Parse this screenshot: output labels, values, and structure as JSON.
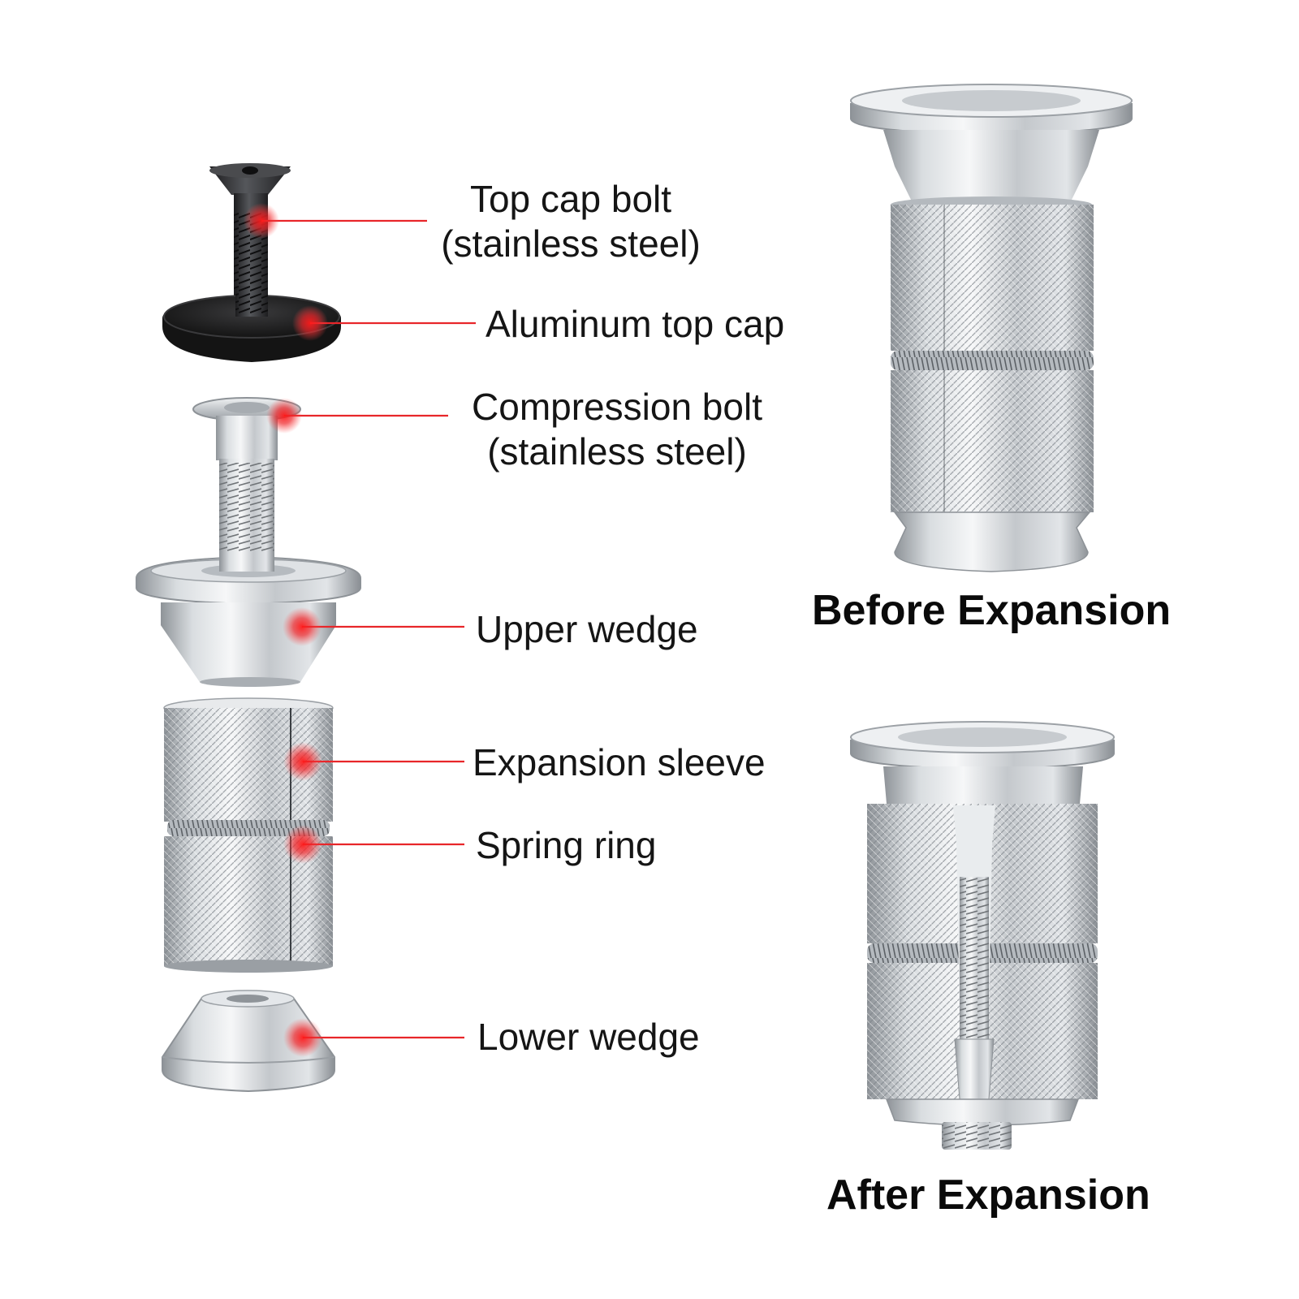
{
  "callouts": {
    "top_cap_bolt": {
      "line1": "Top cap bolt",
      "line2": "(stainless steel)"
    },
    "aluminum_top_cap": {
      "line1": "Aluminum top cap"
    },
    "compression_bolt": {
      "line1": "Compression bolt",
      "line2": "(stainless steel)"
    },
    "upper_wedge": {
      "line1": "Upper wedge"
    },
    "expansion_sleeve": {
      "line1": "Expansion sleeve"
    },
    "spring_ring": {
      "line1": "Spring ring"
    },
    "lower_wedge": {
      "line1": "Lower wedge"
    }
  },
  "captions": {
    "before": "Before Expansion",
    "after": "After Expansion"
  },
  "colors": {
    "callout_line": "#e8262a",
    "callout_dot": "#e01b22",
    "aluminum": "#c9cdd1",
    "bolt_black": "#2a2a2c"
  }
}
